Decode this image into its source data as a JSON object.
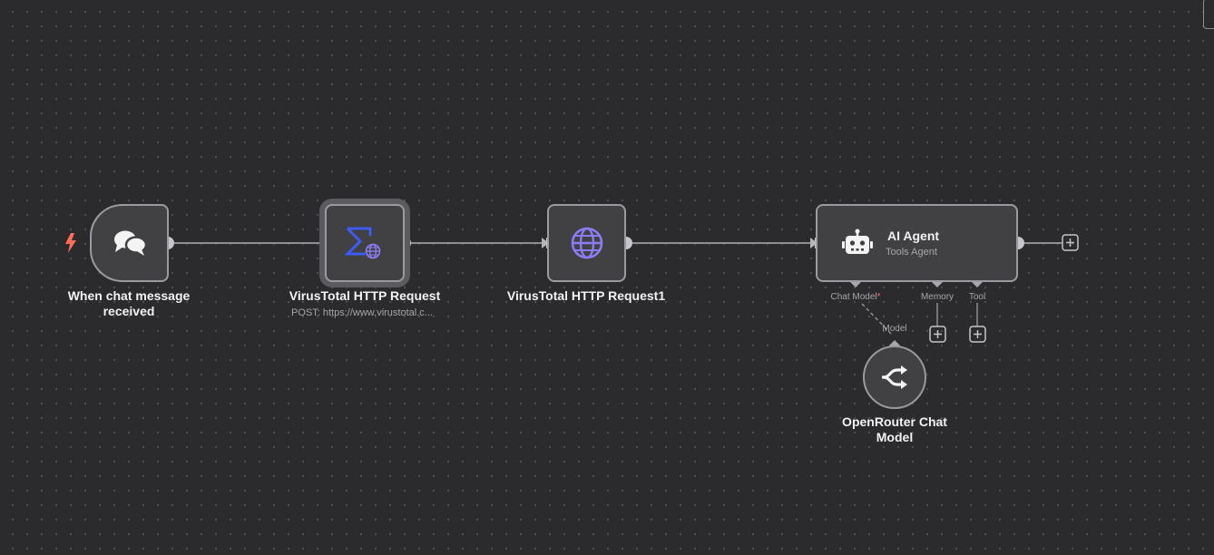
{
  "nodes": {
    "chat_trigger": {
      "label_line1": "When chat message",
      "label_line2": "received",
      "icon": "chat-bubbles-icon"
    },
    "virustotal_request": {
      "label": "VirusTotal HTTP Request",
      "sublabel": "POST: https://www.virustotal.c...",
      "icon": "virustotal-globe-icon"
    },
    "virustotal_request1": {
      "label": "VirusTotal HTTP Request1",
      "icon": "globe-icon"
    },
    "ai_agent": {
      "title": "AI Agent",
      "subtitle": "Tools Agent",
      "icon": "robot-icon",
      "handles": {
        "chat_model": "Chat Model",
        "chat_model_required": "*",
        "memory": "Memory",
        "tool": "Tool"
      }
    },
    "openrouter": {
      "label_line1": "OpenRouter Chat",
      "label_line2": "Model",
      "handle_label": "Model",
      "icon": "openrouter-icon"
    }
  },
  "colors": {
    "canvas_bg": "#2b2b2d",
    "node_bg": "#414144",
    "node_border": "#9a9aa0",
    "wire": "#8e8e93",
    "trigger_bolt": "#ff6d5a",
    "virustotal_blue": "#3d5cf5",
    "globe_purple": "#8b7cf6"
  }
}
